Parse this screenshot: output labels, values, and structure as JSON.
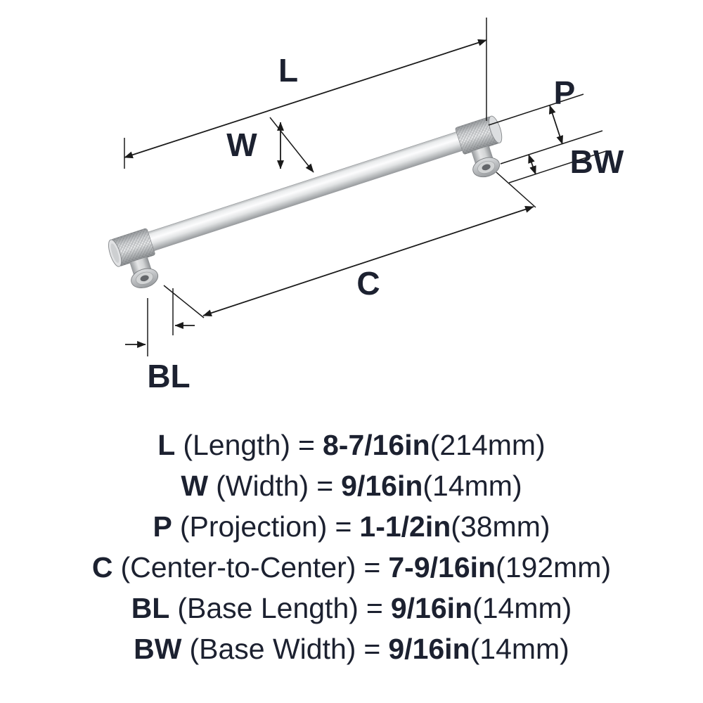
{
  "colors": {
    "ink": "#1c2130",
    "line": "#1a1a1a",
    "bg": "#ffffff"
  },
  "diagram": {
    "dim_labels": {
      "length": "L",
      "width": "W",
      "projection": "P",
      "base_width": "BW",
      "center_to_center": "C",
      "base_length": "BL"
    }
  },
  "specs": [
    {
      "label": "L",
      "desc": "(Length)",
      "eq": "=",
      "value": "8-7/16in",
      "metric": "(214mm)"
    },
    {
      "label": "W",
      "desc": "(Width)",
      "eq": "=",
      "value": "9/16in",
      "metric": "(14mm)"
    },
    {
      "label": "P",
      "desc": "(Projection)",
      "eq": "=",
      "value": "1-1/2in",
      "metric": "(38mm)"
    },
    {
      "label": "C",
      "desc": "(Center-to-Center)",
      "eq": "=",
      "value": "7-9/16in",
      "metric": "(192mm)"
    },
    {
      "label": "BL",
      "desc": "(Base Length)",
      "eq": "=",
      "value": "9/16in",
      "metric": "(14mm)"
    },
    {
      "label": "BW",
      "desc": "(Base Width)",
      "eq": "=",
      "value": "9/16in",
      "metric": "(14mm)"
    }
  ]
}
